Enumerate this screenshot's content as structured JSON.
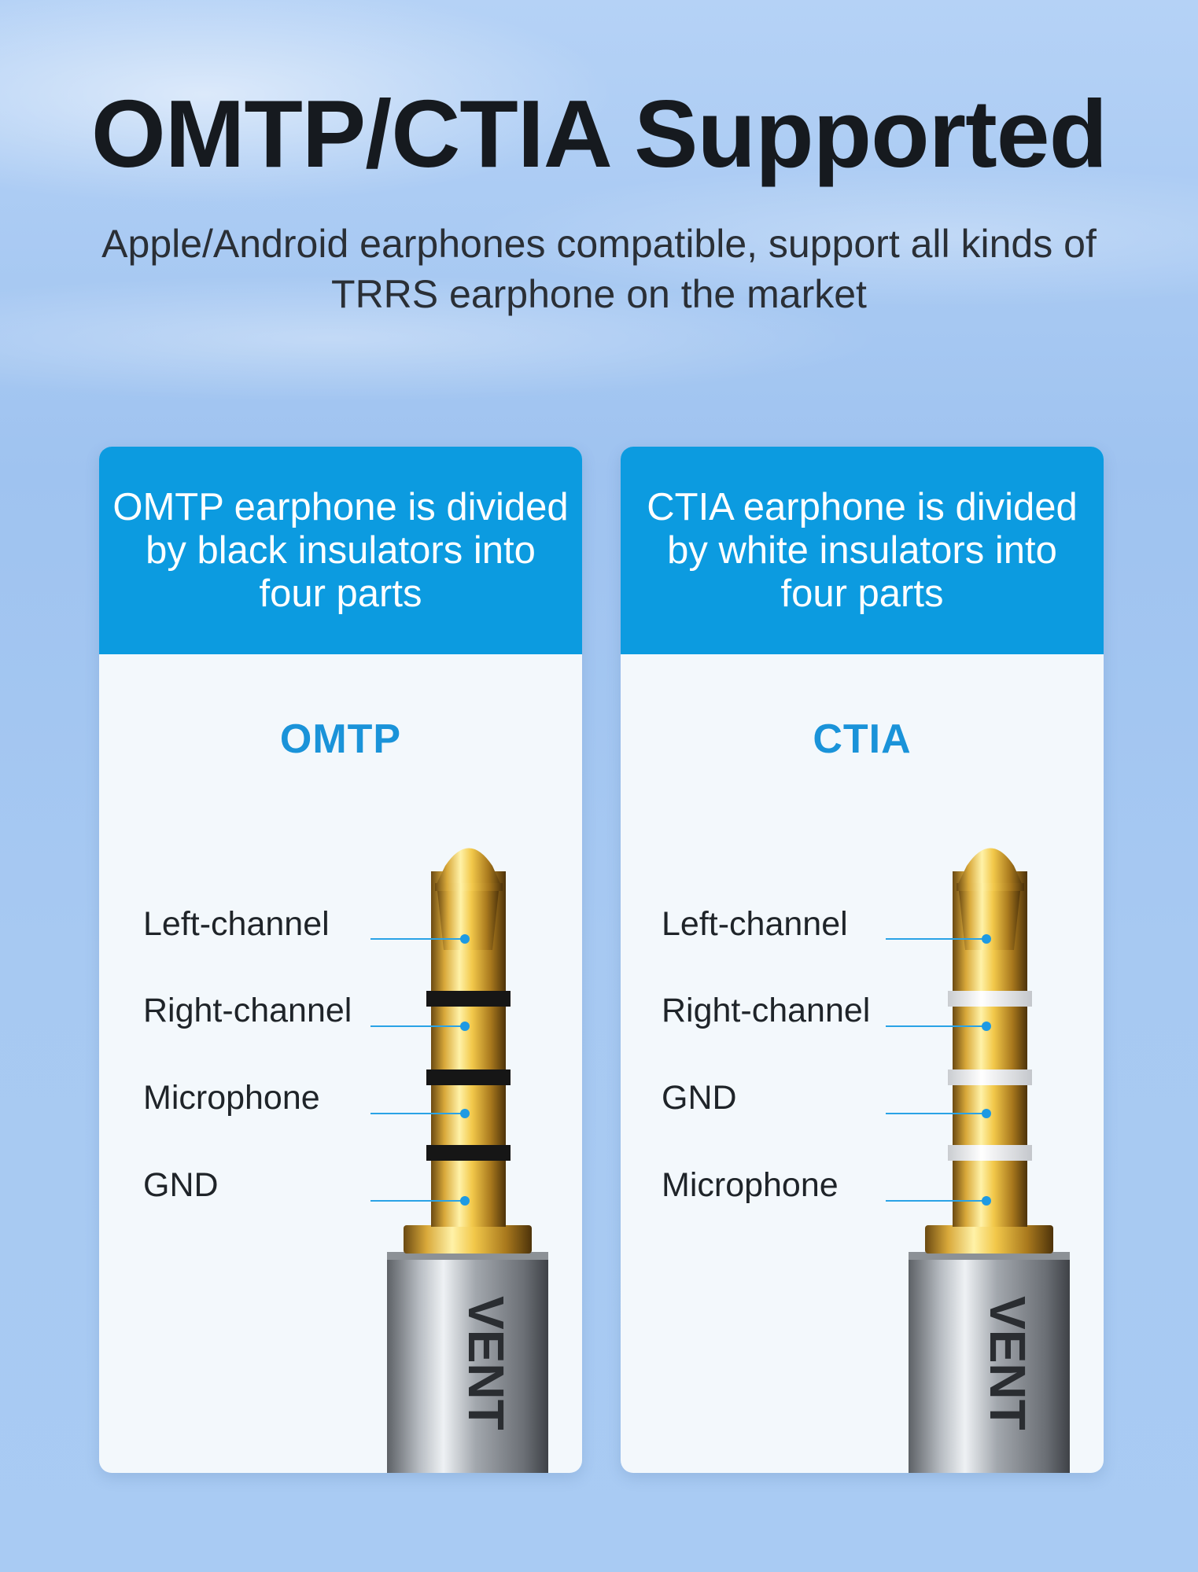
{
  "heading": {
    "title": "OMTP/CTIA Supported",
    "subtitle": "Apple/Android earphones compatible, support all kinds of TRRS earphone on the market"
  },
  "panels": [
    {
      "header": "OMTP earphone is divided by black insulators into four parts",
      "standard": "OMTP",
      "insulator_color": "#161616",
      "pins": [
        "Left-channel",
        "Right-channel",
        "Microphone",
        "GND"
      ],
      "brand": "VENT"
    },
    {
      "header": "CTIA earphone is divided by white insulators into four parts",
      "standard": "CTIA",
      "insulator_color": "#f4f4f4",
      "pins": [
        "Left-channel",
        "Right-channel",
        "GND",
        "Microphone"
      ],
      "brand": "VENT"
    }
  ],
  "colors": {
    "accent": "#0c9be0",
    "label_accent": "#1a93d9",
    "leader": "#2aa3e6"
  }
}
